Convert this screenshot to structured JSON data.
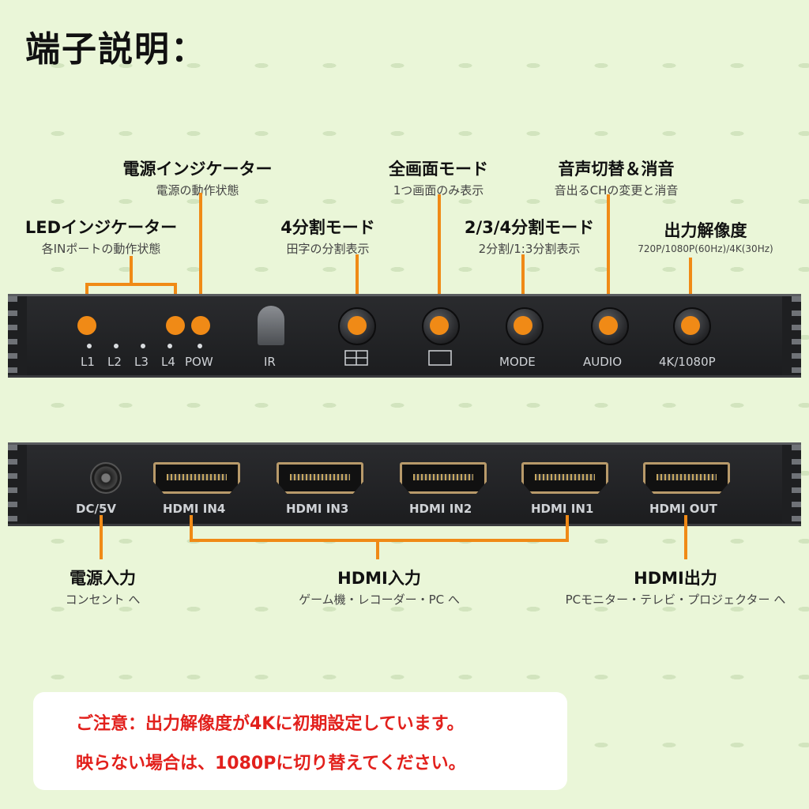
{
  "title": "端子説明：",
  "labels": {
    "led": {
      "main": "LEDインジケーター",
      "sub": "各INポートの動作状態"
    },
    "power": {
      "main": "電源インジケーター",
      "sub": "電源の動作状態"
    },
    "quad": {
      "main": "4分割モード",
      "sub": "田字の分割表示"
    },
    "full": {
      "main": "全画面モード",
      "sub": "1つ画面のみ表示"
    },
    "multi": {
      "main": "2/3/4分割モード",
      "sub": "2分割/1:3分割表示"
    },
    "audio": {
      "main": "音声切替＆消音",
      "sub": "音出るCHの変更と消音"
    },
    "res": {
      "main": "出力解像度",
      "sub": "720P/1080P(60Hz)/4K(30Hz)"
    },
    "dc": {
      "main": "電源入力",
      "sub": "コンセント へ"
    },
    "hdmi_in": {
      "main": "HDMI入力",
      "sub": "ゲーム機・レコーダー・PC へ"
    },
    "hdmi_out": {
      "main": "HDMI出力",
      "sub": "PCモニター・テレビ・プロジェクター へ"
    }
  },
  "front_panel": {
    "leds": [
      "L1",
      "L2",
      "L3",
      "L4",
      "POW"
    ],
    "ir": "IR",
    "buttons": {
      "mode": "MODE",
      "audio": "AUDIO",
      "res": "4K/1080P"
    }
  },
  "back_panel": {
    "dc": "DC/5V",
    "ports": [
      "HDMI IN4",
      "HDMI IN3",
      "HDMI IN2",
      "HDMI IN1",
      "HDMI OUT"
    ]
  },
  "note": {
    "line1": "ご注意：出力解像度が4Kに初期設定しています。",
    "line2": "映らない場合は、1080Pに切り替えてください。"
  },
  "colors": {
    "accent": "#f08a16",
    "note_text": "#e2201c",
    "background": "#eaf6d8"
  }
}
